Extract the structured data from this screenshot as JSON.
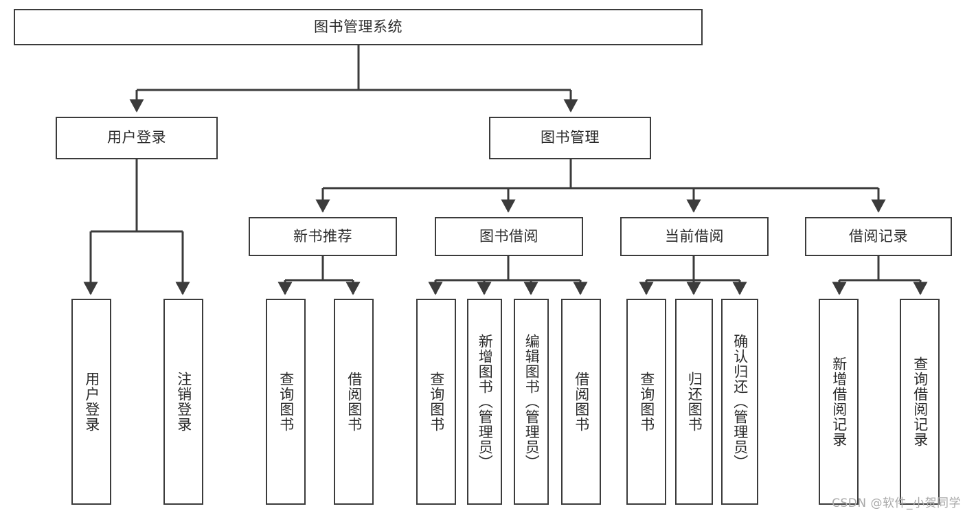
{
  "diagram": {
    "title": "图书管理系统",
    "root": {
      "label": "图书管理系统"
    },
    "level2": [
      {
        "label": "用户登录"
      },
      {
        "label": "图书管理"
      }
    ],
    "level3": [
      {
        "label": "新书推荐"
      },
      {
        "label": "图书借阅"
      },
      {
        "label": "当前借阅"
      },
      {
        "label": "借阅记录"
      }
    ],
    "leaves": [
      {
        "label": "用户登录"
      },
      {
        "label": "注销登录"
      },
      {
        "label": "查询图书"
      },
      {
        "label": "借阅图书"
      },
      {
        "label": "查询图书"
      },
      {
        "label": "新增图书（管理员）"
      },
      {
        "label": "编辑图书（管理员）"
      },
      {
        "label": "借阅图书"
      },
      {
        "label": "查询图书"
      },
      {
        "label": "归还图书"
      },
      {
        "label": "确认归还（管理员）"
      },
      {
        "label": "新增借阅记录"
      },
      {
        "label": "查询借阅记录"
      }
    ]
  },
  "watermark": {
    "text": "CSDN @软件_小贺同学"
  },
  "colors": {
    "stroke": "#3b3b3b",
    "background": "#ffffff",
    "text": "#2b2b2b",
    "watermark": "#a8a8a8"
  }
}
